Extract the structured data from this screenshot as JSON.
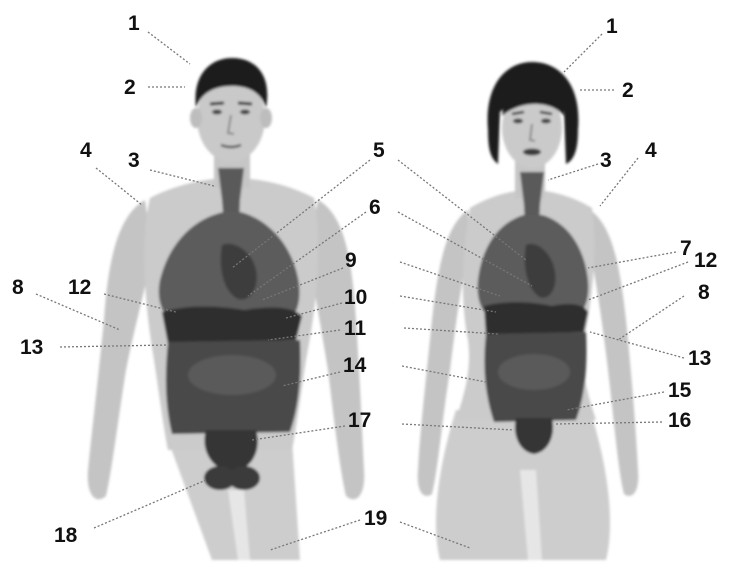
{
  "male": {
    "labels": [
      "1",
      "2",
      "3",
      "4",
      "5",
      "6",
      "8",
      "9",
      "10",
      "11",
      "12",
      "13",
      "14",
      "17",
      "18",
      "19"
    ]
  },
  "female": {
    "labels": [
      "1",
      "2",
      "3",
      "4",
      "5",
      "6",
      "7",
      "8",
      "9",
      "10",
      "11",
      "12",
      "13",
      "14",
      "15",
      "16",
      "17",
      "19"
    ]
  },
  "colors": {
    "skin": "#cfcfcf",
    "skin_shade": "#a9a9a9",
    "hair": "#1e1e1e",
    "organ_dark": "#3a3a3a",
    "organ_mid": "#5e5e5e",
    "organ_light": "#7a7a7a",
    "leader": "#777777",
    "text": "#111111"
  }
}
